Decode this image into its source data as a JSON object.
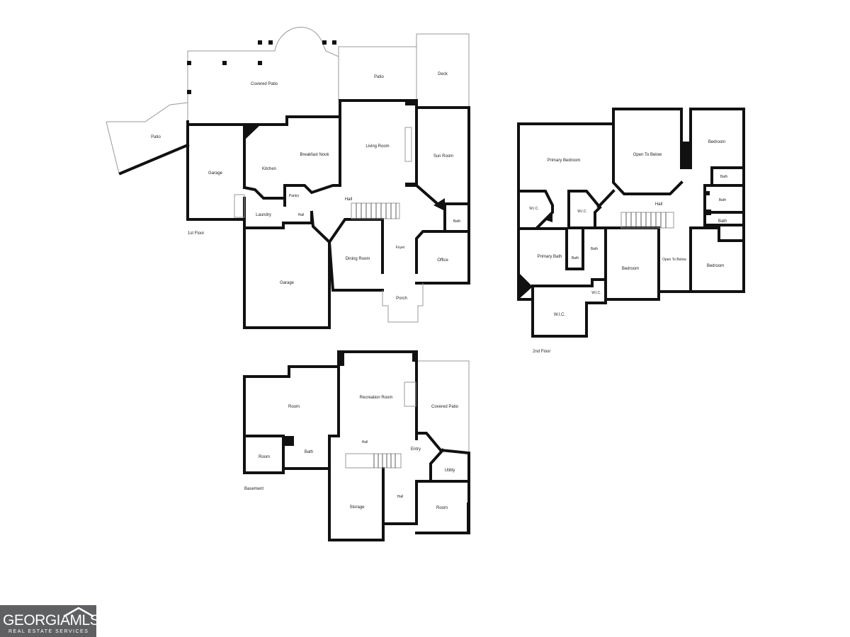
{
  "floors": {
    "first": {
      "label": "1st Floor",
      "rooms": {
        "covered_patio": "Covered Patio",
        "patio_top": "Patio",
        "deck": "Deck",
        "patio_left": "Patio",
        "garage_left": "Garage",
        "kitchen": "Kitchen",
        "breakfast_nook": "Breakfast Nook",
        "living_room": "Living Room",
        "sun_room": "Sun Room",
        "pantry": "Pantry",
        "hall_main": "Hall",
        "laundry": "Laundry",
        "hall_small": "Hall",
        "bath": "Bath",
        "foyer": "Foyer",
        "dining_room": "Dining Room",
        "office": "Office",
        "garage_main": "Garage",
        "porch": "Porch"
      }
    },
    "second": {
      "label": "2nd Floor",
      "rooms": {
        "primary_bedroom": "Primary Bedroom",
        "open_to_below_top": "Open To Below",
        "bedroom_ne": "Bedroom",
        "bath_a": "Bath",
        "bath_b": "Bath",
        "bath_c": "Bath",
        "hall": "Hall",
        "wic_left": "W.I.C.",
        "wic_mid": "W.I.C.",
        "primary_bath": "Primary Bath",
        "bath_d": "Bath",
        "bath_e": "Bath",
        "bedroom_mid": "Bedroom",
        "open_to_below_mid": "Open To Below",
        "bedroom_se": "Bedroom",
        "wic_small": "W.I.C.",
        "wic_bottom": "W.I.C."
      }
    },
    "basement": {
      "label": "Basement",
      "rooms": {
        "room_nw": "Room",
        "recreation_room": "Recreation Room",
        "covered_patio": "Covered Patio",
        "room_w": "Room",
        "bath": "Bath",
        "hall_top": "Hall",
        "entry": "Entry",
        "utility": "Utility",
        "storage": "Storage",
        "hall": "Hall",
        "room_se": "Room"
      }
    }
  },
  "logo": {
    "brand_main": "GEORGIA",
    "brand_suffix": "MLS",
    "tagline": "REAL ESTATE SERVICES",
    "colors": {
      "background": "#5f6062",
      "text": "#ffffff"
    }
  }
}
